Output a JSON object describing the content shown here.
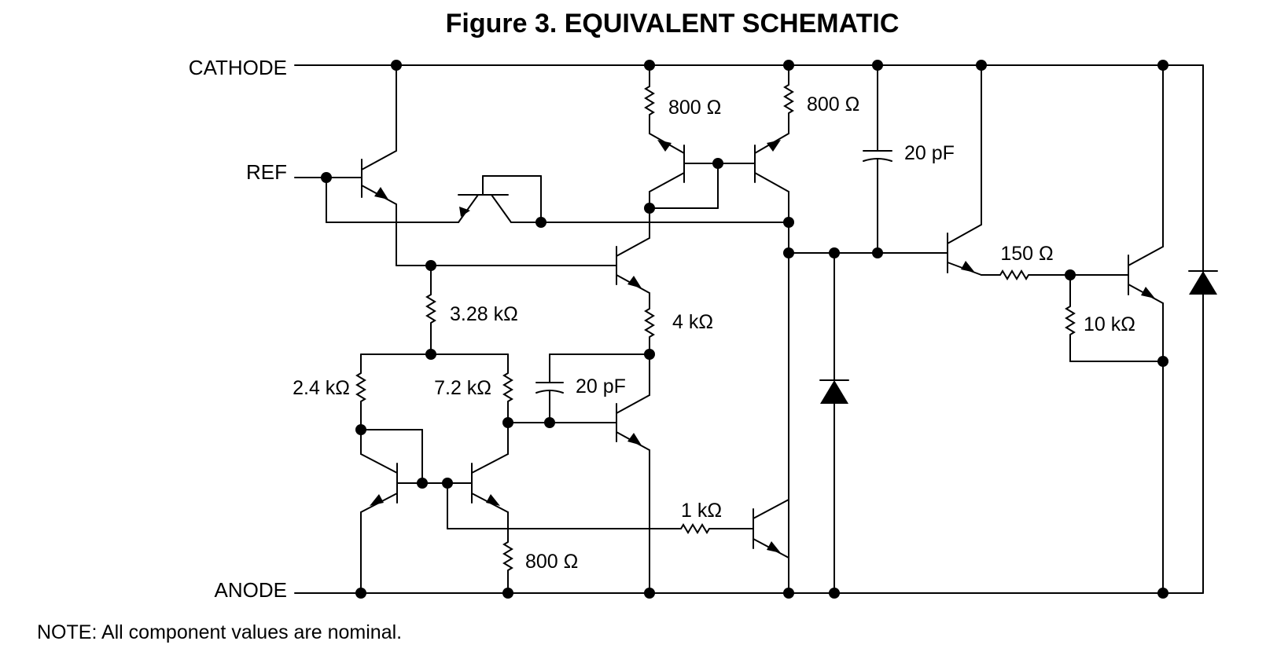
{
  "title": "Figure 3.  EQUIVALENT SCHEMATIC",
  "terminals": {
    "cathode": "CATHODE",
    "ref": "REF",
    "anode": "ANODE"
  },
  "components": {
    "r_800_left_top": "800 Ω",
    "r_800_right_top": "800 Ω",
    "c_20pf_top": "20 pF",
    "r_150": "150 Ω",
    "r_10k": "10 kΩ",
    "r_3_28k": "3.28 kΩ",
    "r_4k": "4 kΩ",
    "r_2_4k": "2.4 kΩ",
    "r_7_2k": "7.2 kΩ",
    "c_20pf_mid": "20 pF",
    "r_1k": "1 kΩ",
    "r_800_bottom": "800 Ω"
  },
  "note": "NOTE:   All component values are nominal."
}
